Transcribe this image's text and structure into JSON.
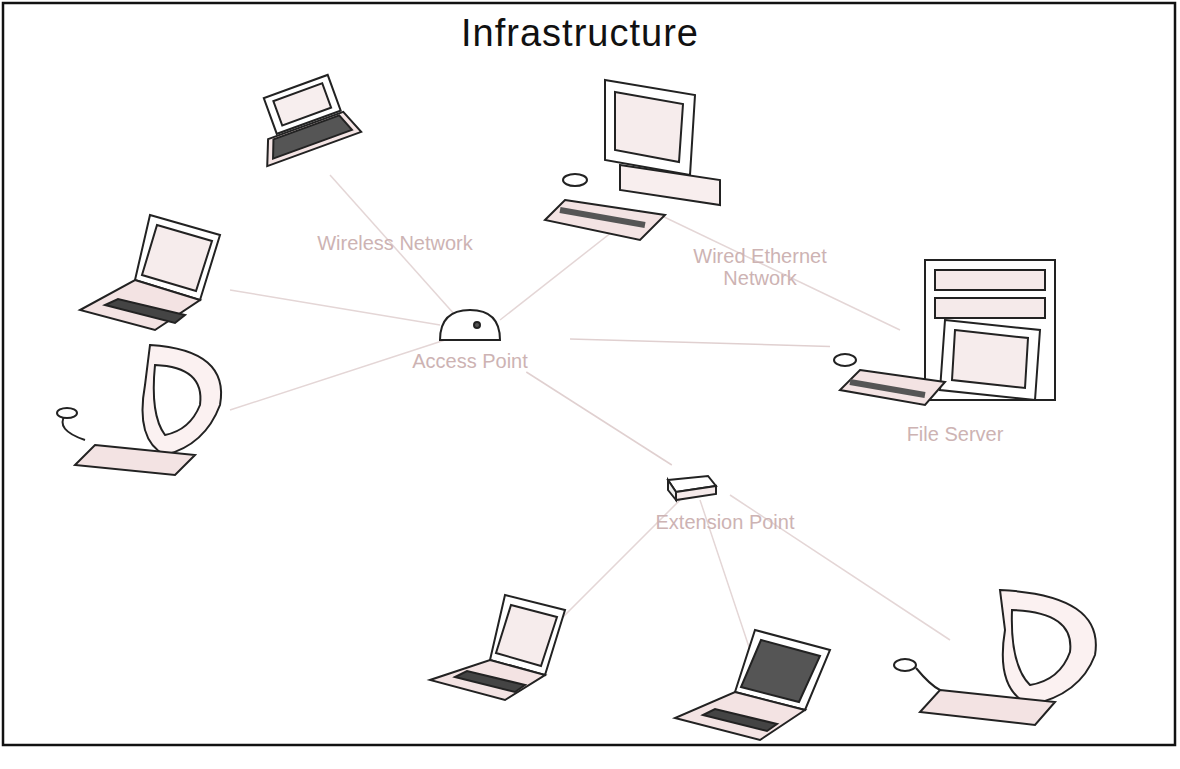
{
  "diagram": {
    "title": "Infrastructure",
    "nodes": [
      {
        "text": [
          "Access Point"
        ]
      },
      {
        "text": [
          "File Server"
        ]
      },
      {
        "text": [
          "Extension Point"
        ]
      }
    ],
    "edges": [
      {
        "from": 0,
        "to": 1,
        "arrow": "none"
      },
      {
        "from": 0,
        "to": 2,
        "arrow": "none"
      }
    ],
    "labels": [
      "Wireless Network",
      "Wired Ethernet Network"
    ]
  }
}
